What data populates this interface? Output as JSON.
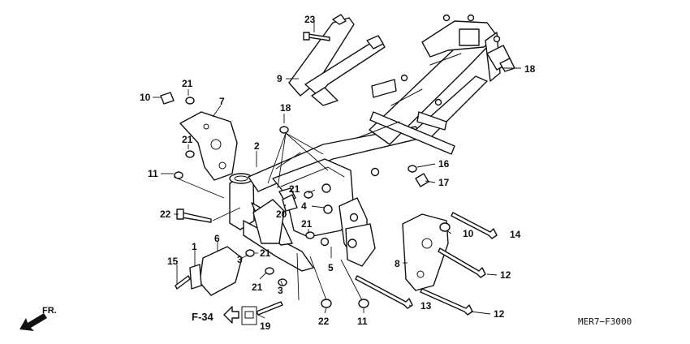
{
  "diagram_code": "MER7−F3000",
  "reference": {
    "label": "F-34"
  },
  "direction": {
    "label": "FR."
  },
  "callouts": [
    {
      "id": "c23",
      "text": "23"
    },
    {
      "id": "c9",
      "text": "9"
    },
    {
      "id": "c18a",
      "text": "18"
    },
    {
      "id": "c18b",
      "text": "18"
    },
    {
      "id": "c10a",
      "text": "10"
    },
    {
      "id": "c21a",
      "text": "21"
    },
    {
      "id": "c7",
      "text": "7"
    },
    {
      "id": "c21b",
      "text": "21"
    },
    {
      "id": "c2",
      "text": "2"
    },
    {
      "id": "c11a",
      "text": "11"
    },
    {
      "id": "c16",
      "text": "16"
    },
    {
      "id": "c17",
      "text": "17"
    },
    {
      "id": "c21c",
      "text": "21"
    },
    {
      "id": "c4",
      "text": "4"
    },
    {
      "id": "c20",
      "text": "20"
    },
    {
      "id": "c22a",
      "text": "22"
    },
    {
      "id": "c21d",
      "text": "21"
    },
    {
      "id": "c10b",
      "text": "10"
    },
    {
      "id": "c14",
      "text": "14"
    },
    {
      "id": "c1",
      "text": "1"
    },
    {
      "id": "c6",
      "text": "6"
    },
    {
      "id": "c21e",
      "text": "21"
    },
    {
      "id": "c3a",
      "text": "3"
    },
    {
      "id": "c5",
      "text": "5"
    },
    {
      "id": "c8",
      "text": "8"
    },
    {
      "id": "c12a",
      "text": "12"
    },
    {
      "id": "c15",
      "text": "15"
    },
    {
      "id": "c21f",
      "text": "21"
    },
    {
      "id": "c3b",
      "text": "3"
    },
    {
      "id": "c13",
      "text": "13"
    },
    {
      "id": "c12b",
      "text": "12"
    },
    {
      "id": "c19",
      "text": "19"
    },
    {
      "id": "c22b",
      "text": "22"
    },
    {
      "id": "c11b",
      "text": "11"
    }
  ]
}
